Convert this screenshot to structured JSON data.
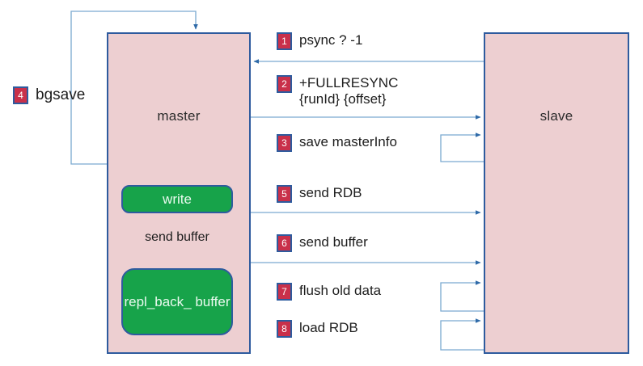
{
  "diagram": {
    "title": "Redis master-slave full replication (psync) sequence",
    "colors": {
      "node_fill": "#edcfd1",
      "node_border": "#2e5b9e",
      "buffer_fill": "#17a34a",
      "badge_fill": "#c9304a",
      "badge_border": "#2e5b9e",
      "arrow": "#4a84bd"
    },
    "nodes": [
      {
        "id": "master",
        "label": "master"
      },
      {
        "id": "slave",
        "label": "slave"
      }
    ],
    "buffers": [
      {
        "id": "write",
        "label": "write"
      },
      {
        "id": "repl_back_buffer",
        "label": "repl_back_\nbuffer"
      }
    ],
    "inner_labels": [
      {
        "id": "send-buffer",
        "label": "send buffer"
      }
    ],
    "steps": [
      {
        "num": "1",
        "label": "psync ? -1",
        "from": "slave",
        "to": "master",
        "kind": "arrow-left"
      },
      {
        "num": "2",
        "label": "+FULLRESYNC\n{runId} {offset}",
        "from": "master",
        "to": "slave",
        "kind": "arrow-right"
      },
      {
        "num": "3",
        "label": "save masterInfo",
        "from": "slave",
        "to": "slave",
        "kind": "self-loop"
      },
      {
        "num": "4",
        "label": "bgsave",
        "from": "master",
        "to": "master",
        "kind": "self-loop"
      },
      {
        "num": "5",
        "label": "send RDB",
        "from": "master",
        "to": "slave",
        "kind": "arrow-right"
      },
      {
        "num": "6",
        "label": "send buffer",
        "from": "master",
        "to": "slave",
        "kind": "arrow-right"
      },
      {
        "num": "7",
        "label": "flush old data",
        "from": "slave",
        "to": "slave",
        "kind": "self-loop"
      },
      {
        "num": "8",
        "label": "load RDB",
        "from": "slave",
        "to": "slave",
        "kind": "self-loop"
      }
    ]
  }
}
